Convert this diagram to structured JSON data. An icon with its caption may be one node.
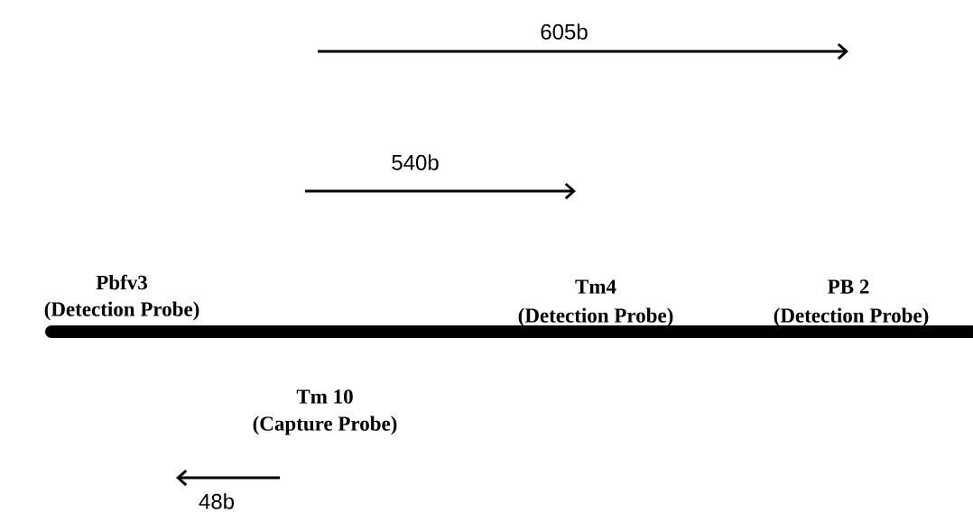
{
  "diagram": {
    "labels": [
      "605b",
      "540b",
      "Pbfv3",
      "(Detection Probe)",
      "Tm4",
      "(Detection Probe)",
      "PB 2",
      "(Detection Probe)",
      "Tm 10",
      "(Capture Probe)",
      "48b"
    ]
  }
}
